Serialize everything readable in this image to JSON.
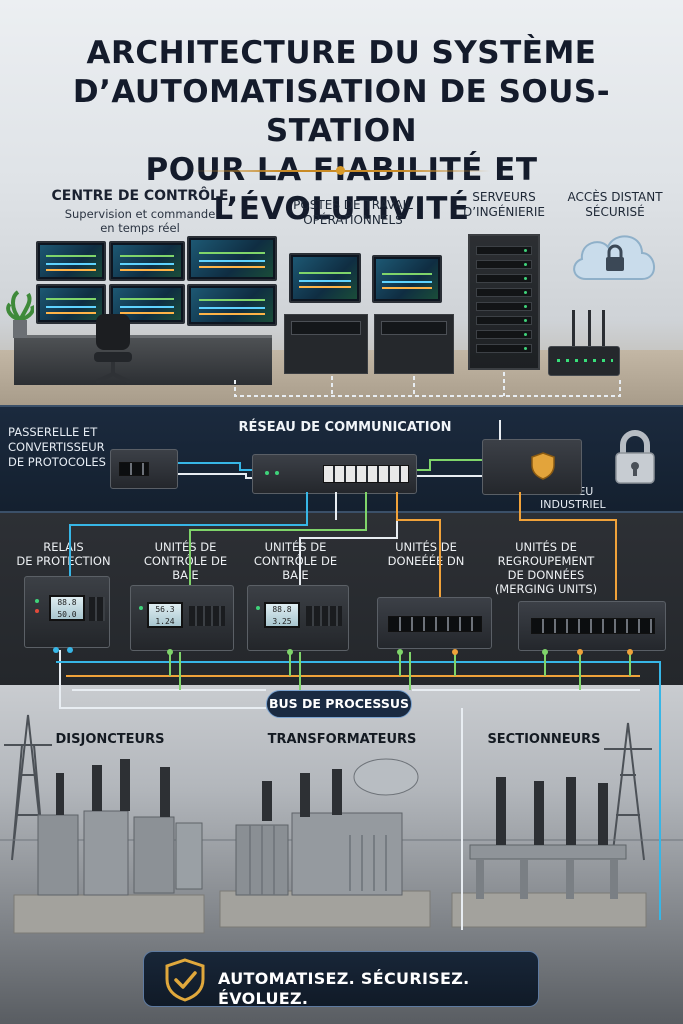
{
  "title": {
    "line1": "ARCHITECTURE DU SYSTÈME",
    "line2": "D’AUTOMATISATION DE SOUS-STATION",
    "line3": "POUR LA FIABILITÉ ET L’ÉVOLUTIVITÉ"
  },
  "control_center": {
    "title": "CENTRE DE CONTRÔLE",
    "subtitle_line1": "Supervision et commande",
    "subtitle_line2": "en temps réel"
  },
  "workstations": {
    "line1": "POSTES DE TRAVAIL",
    "line2": "OPÉRATIONNELS"
  },
  "servers": {
    "line1": "SERVEURS",
    "line2": "D’INGÉNIERIE"
  },
  "remote_access": {
    "line1": "ACCÈS DISTANT",
    "line2": "SÉCURISÉ"
  },
  "network": {
    "title": "RÉSEAU DE COMMUNICATION",
    "gateway_line1": "PASSERELLE ET",
    "gateway_line2": "CONVERTISSEUR",
    "gateway_line3": "DE PROTOCOLES",
    "firewall_line1": "PARE-FEU",
    "firewall_line2": "INDUSTRIEL"
  },
  "bay": {
    "relays_line1": "RELAIS",
    "relays_line2": "DE PROTECTION",
    "bcu1_line1": "UNITÉS DE",
    "bcu1_line2": "CONTRÔLE DE",
    "bcu1_line3": "BAIE",
    "bcu2_line1": "UNITÉS DE",
    "bcu2_line2": "CONTRÔLE DE",
    "bcu2_line3": "BAIE",
    "du_line1": "UNITÉS DE",
    "du_line2": "DONEÉÉE DN",
    "mu_line1": "UNITÉS DE",
    "mu_line2": "REGROUPEMENT",
    "mu_line3": "DE DONNÉES",
    "mu_line4": "(MERGING UNITS)"
  },
  "process_bus": {
    "label": "BUS DE PROCESSUS"
  },
  "field": {
    "breakers": "DISJONCTEURS",
    "transformers": "TRANSFORMATEURS",
    "disconnectors": "SECTIONNEURS"
  },
  "footer": {
    "slogan": "AUTOMATISEZ. SÉCURISEZ. ÉVOLUEZ."
  },
  "colors": {
    "title": "#141b2b",
    "accent_gold": "#d89a2a",
    "network_bg": "#1b2a3e",
    "wire_cyan": "#37b6e6",
    "wire_green": "#7fd46a",
    "wire_orange": "#f0a23a",
    "wire_white": "#e8edf2"
  },
  "icons": [
    "lock-icon",
    "shield-check-icon",
    "cloud-lock-icon",
    "shield-icon"
  ]
}
